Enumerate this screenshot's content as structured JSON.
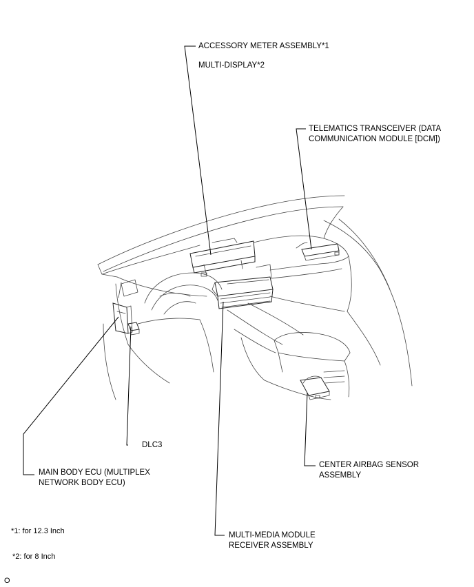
{
  "labels": {
    "accessory_meter": "ACCESSORY METER ASSEMBLY*1",
    "multi_display": "MULTI-DISPLAY*2",
    "telematics": "TELEMATICS TRANSCEIVER (DATA\nCOMMUNICATION MODULE [DCM])",
    "dlc3": "DLC3",
    "main_body_ecu": "MAIN BODY ECU (MULTIPLEX\nNETWORK BODY ECU)",
    "center_airbag": "CENTER AIRBAG SENSOR\nASSEMBLY",
    "multi_media": "MULTI-MEDIA MODULE\nRECEIVER ASSEMBLY"
  },
  "notes": {
    "note1": "*1: for 12.3 Inch",
    "note2": "*2: for 8 Inch"
  },
  "page_marker": "O"
}
